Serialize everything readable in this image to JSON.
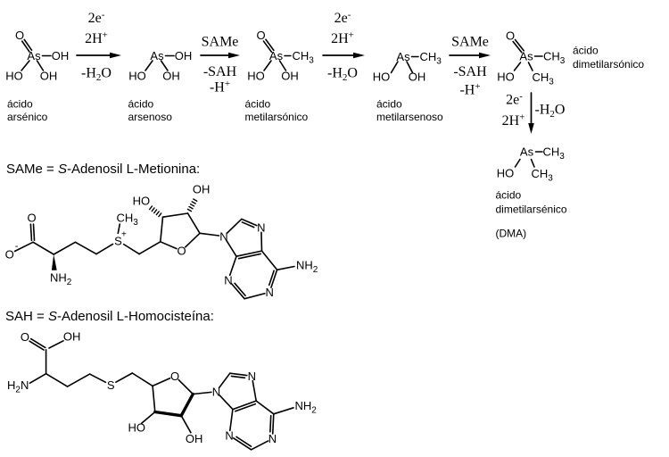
{
  "colors": {
    "background": "#ffffff",
    "ink": "#000000"
  },
  "scheme": {
    "compounds": [
      {
        "name": [
          "ácido",
          "arsénico"
        ],
        "atoms": {
          "o_top": "O",
          "as": "As",
          "oh_right": "OH",
          "ho_left": "HO",
          "oh_bottom": "OH"
        }
      },
      {
        "name": [
          "ácido",
          "arsenoso"
        ],
        "atoms": {
          "as": "As",
          "oh_right": "OH",
          "ho_left": "HO",
          "oh_bottom": "OH"
        }
      },
      {
        "name": [
          "ácido",
          "metilarsónico"
        ],
        "atoms": {
          "o_top": "O",
          "as": "As",
          "ch": "CH",
          "ch_sub": "3",
          "ho_left": "HO",
          "oh_bottom": "OH"
        }
      },
      {
        "name": [
          "ácido",
          "metilarsenoso"
        ],
        "atoms": {
          "as": "As",
          "ch": "CH",
          "ch_sub": "3",
          "ho_left": "HO",
          "oh_bottom": "OH"
        }
      },
      {
        "name": [
          "ácido",
          "dimetilarsónico"
        ],
        "atoms": {
          "o_top": "O",
          "as": "As",
          "ch_right": "CH",
          "ch_right_sub": "3",
          "ho_left": "HO",
          "ch_bottom": "CH",
          "ch_bottom_sub": "3"
        }
      },
      {
        "name": [
          "ácido",
          "dimetilarsénico"
        ],
        "extra": "(DMA)",
        "atoms": {
          "as": "As",
          "ch_right": "CH",
          "ch_right_sub": "3",
          "ho_left": "HO",
          "ch_bottom": "CH",
          "ch_bottom_sub": "3"
        }
      }
    ],
    "steps": [
      {
        "above1": "2e",
        "above1_sup": "-",
        "above2": "2H",
        "above2_sup": "+",
        "below1_pre": "-H",
        "below1_sub": "2",
        "below1_post": "O"
      },
      {
        "above1": "SAMe",
        "below1": "-SAH",
        "below2": "-H",
        "below2_sup": "+"
      },
      {
        "above1": "2e",
        "above1_sup": "-",
        "above2": "2H",
        "above2_sup": "+",
        "below1_pre": "-H",
        "below1_sub": "2",
        "below1_post": "O"
      },
      {
        "above1": "SAMe",
        "below1": "-SAH",
        "below2": "-H",
        "below2_sup": "+"
      },
      {
        "left1": "2e",
        "left1_sup": "-",
        "left2": "2H",
        "left2_sup": "+",
        "right_pre": "-H",
        "right_sub": "2",
        "right_post": "O"
      }
    ]
  },
  "same": {
    "caption": {
      "pre": "SAMe = ",
      "s": "S",
      "post": "-Adenosil L-Metionina:"
    },
    "atoms": {
      "o_carboxylate": "O",
      "o_minus": "-",
      "o_carbonyl": "O",
      "nh": "NH",
      "nh_sub": "2",
      "s": "S",
      "s_plus": "+",
      "ch": "CH",
      "ch_sub": "3",
      "ho": "HO",
      "oh": "OH",
      "ring_o": "O",
      "n9": "N",
      "n7": "N",
      "n1": "N",
      "n3": "N",
      "anh": "NH",
      "anh_sub": "2"
    }
  },
  "sah": {
    "caption": {
      "pre": "SAH = ",
      "s": "S",
      "post": "-Adenosil L-Homocisteína:"
    },
    "atoms": {
      "o_carbonyl": "O",
      "oh_acid": "OH",
      "h2n_h": "H",
      "h2n_sub": "2",
      "h2n_n": "N",
      "s": "S",
      "ring_o": "O",
      "ho": "HO",
      "oh": "OH",
      "n9": "N",
      "n7": "N",
      "n1": "N",
      "n3": "N",
      "anh": "NH",
      "anh_sub": "2"
    }
  }
}
